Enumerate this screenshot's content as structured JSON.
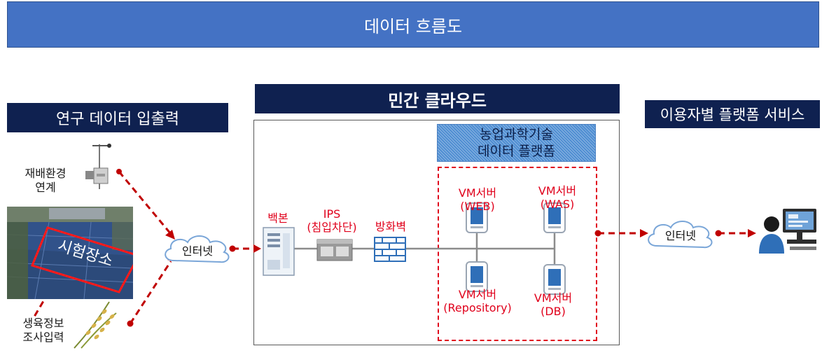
{
  "title": "데이터 흐름도",
  "sections": {
    "left": "연구 데이터 입출력",
    "middle": "민간 클라우드",
    "right": "이용자별 플랫폼 서비스"
  },
  "left_inputs": {
    "env_line1": "재배환경",
    "env_line2": "연계",
    "photo_label": "시험장소",
    "growth_line1": "생육정보",
    "growth_line2": "조사입력"
  },
  "internet_label": "인터넷",
  "network": {
    "backbone": "백본",
    "ips_line1": "IPS",
    "ips_line2": "(침입차단)",
    "firewall": "방화벽"
  },
  "platform": {
    "line1": "농업과학기술",
    "line2": "데이터 플랫폼"
  },
  "vms": {
    "web_line1": "VM서버",
    "web_line2": "(WEB)",
    "was_line1": "VM서버",
    "was_line2": "(WAS)",
    "repo_line1": "VM서버",
    "repo_line2": "(Repository)",
    "db_line1": "VM서버",
    "db_line2": "(DB)"
  },
  "colors": {
    "title_bg": "#4472c4",
    "section_bg": "#0f2150",
    "accent_red": "#e0001b",
    "platform_bg": "#4f8ed2"
  }
}
